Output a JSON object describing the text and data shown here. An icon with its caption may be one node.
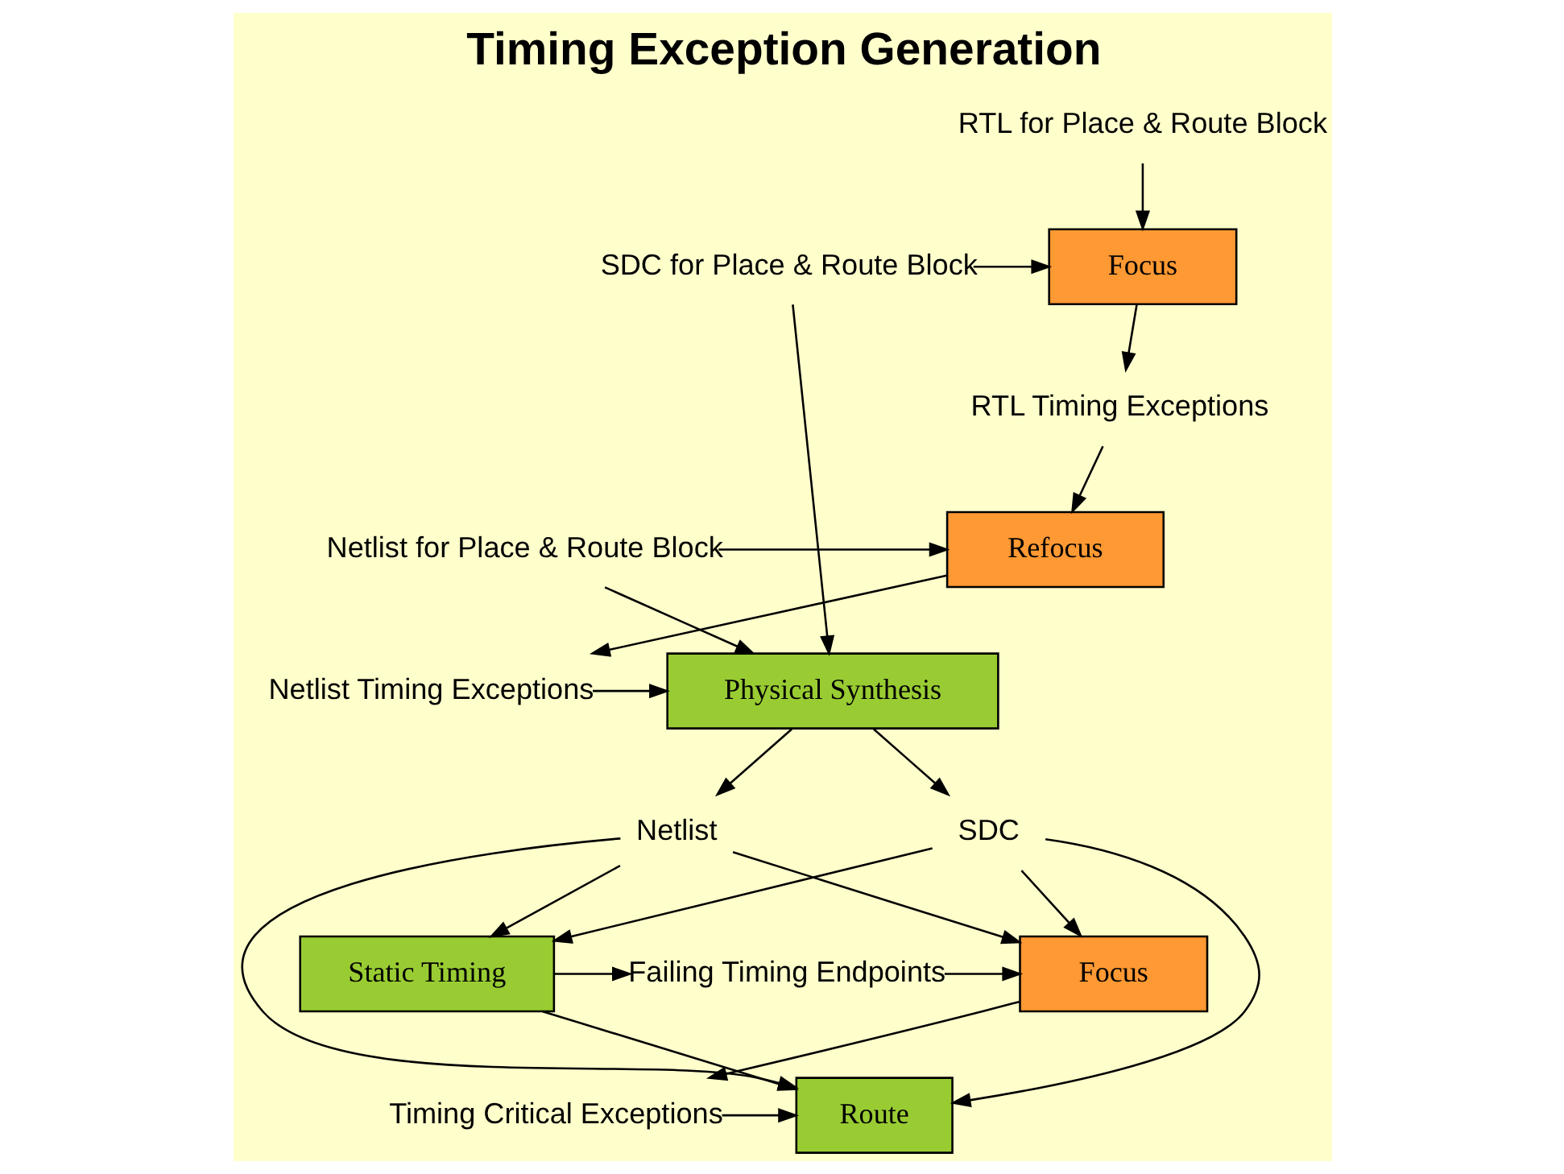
{
  "diagram": {
    "title": "Timing Exception Generation",
    "nodes": [
      {
        "text": [
          "RTL for Place & Route Block"
        ]
      },
      {
        "text": [
          "Focus"
        ]
      },
      {
        "text": [
          "SDC for Place & Route Block"
        ]
      },
      {
        "text": [
          "RTL Timing Exceptions"
        ]
      },
      {
        "text": [
          "Refocus"
        ]
      },
      {
        "text": [
          "Netlist for Place & Route Block"
        ]
      },
      {
        "text": [
          "Netlist Timing Exceptions"
        ]
      },
      {
        "text": [
          "Physical Synthesis"
        ]
      },
      {
        "text": [
          "Netlist"
        ]
      },
      {
        "text": [
          "SDC"
        ]
      },
      {
        "text": [
          "Focus"
        ]
      },
      {
        "text": [
          "Failing Timing Endpoints"
        ]
      },
      {
        "text": [
          "Static Timing"
        ]
      },
      {
        "text": [
          "Timing Critical Exceptions"
        ]
      },
      {
        "text": [
          "Route"
        ]
      }
    ],
    "edges": [
      {
        "from": 0,
        "to": 1,
        "arrow": "to"
      },
      {
        "from": 2,
        "to": 1,
        "arrow": "to"
      },
      {
        "from": 2,
        "to": 7,
        "arrow": "to"
      },
      {
        "from": 1,
        "to": 3,
        "arrow": "to"
      },
      {
        "from": 3,
        "to": 4,
        "arrow": "to"
      },
      {
        "from": 5,
        "to": 4,
        "arrow": "to"
      },
      {
        "from": 5,
        "to": 7,
        "arrow": "to"
      },
      {
        "from": 4,
        "to": 6,
        "arrow": "to"
      },
      {
        "from": 6,
        "to": 7,
        "arrow": "to"
      },
      {
        "from": 7,
        "to": 8,
        "arrow": "to"
      },
      {
        "from": 7,
        "to": 9,
        "arrow": "to"
      },
      {
        "from": 8,
        "to": 10,
        "arrow": "to"
      },
      {
        "from": 8,
        "to": 12,
        "arrow": "to"
      },
      {
        "from": 8,
        "to": 14,
        "arrow": "to"
      },
      {
        "from": 9,
        "to": 10,
        "arrow": "to"
      },
      {
        "from": 9,
        "to": 12,
        "arrow": "to"
      },
      {
        "from": 9,
        "to": 14,
        "arrow": "to"
      },
      {
        "from": 12,
        "to": 11,
        "arrow": "to"
      },
      {
        "from": 11,
        "to": 10,
        "arrow": "to"
      },
      {
        "from": 10,
        "to": 13,
        "arrow": "to"
      },
      {
        "from": 13,
        "to": 14,
        "arrow": "to"
      },
      {
        "from": 12,
        "to": 14,
        "arrow": "to"
      }
    ]
  }
}
